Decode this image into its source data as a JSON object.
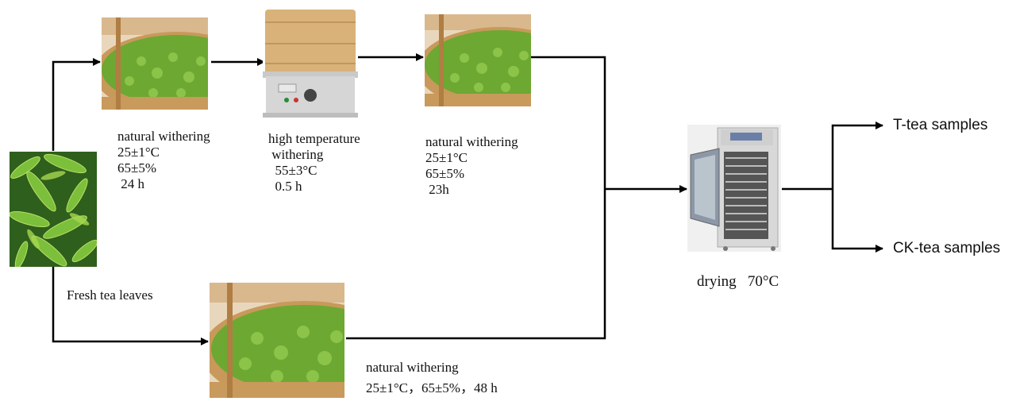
{
  "fresh": {
    "label": "Fresh tea leaves"
  },
  "top_path": {
    "step1": {
      "lines": [
        "natural withering",
        "25±1°C",
        "65±5%",
        " 24 h"
      ]
    },
    "step2": {
      "lines": [
        "high temperature",
        " withering",
        "  55±3°C",
        "  0.5 h"
      ]
    },
    "step3": {
      "lines": [
        "natural withering",
        "25±1°C",
        "65±5%",
        " 23h"
      ]
    }
  },
  "bottom_path": {
    "step": {
      "lines": [
        "natural withering",
        "25±1°C，65±5%，48 h"
      ]
    }
  },
  "drying": {
    "label": "drying   70°C"
  },
  "outputs": {
    "t_tea": "T-tea samples",
    "ck_tea": "CK-tea samples"
  },
  "icons": {
    "fresh": "fresh-tea-leaves-photo",
    "withering_tray": "withering-tray-photo",
    "withering_machine": "withering-machine-photo",
    "dryer": "drying-oven-photo"
  },
  "colors": {
    "arrow": "#000000",
    "leaf": "#6da832",
    "wood": "#c89a5c"
  }
}
